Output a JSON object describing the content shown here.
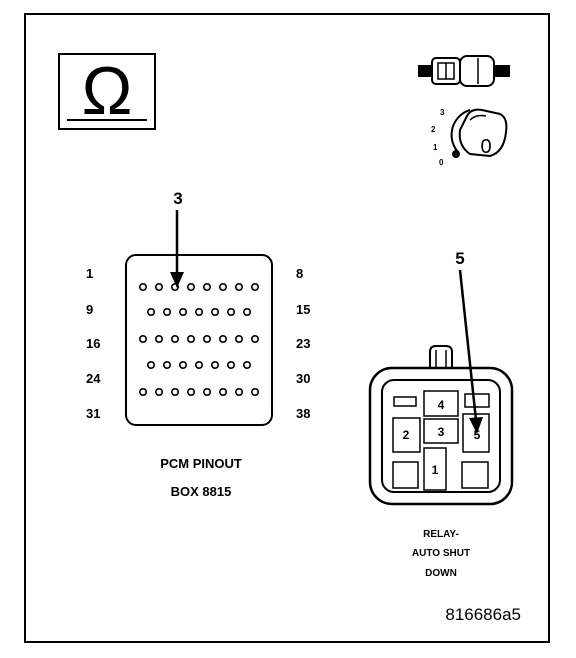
{
  "figure_id": "816686a5",
  "ohmmeter": {
    "symbol": "Ω"
  },
  "ignition_switch": {
    "positions": [
      "3",
      "2",
      "1",
      "0"
    ],
    "key_label": "0"
  },
  "pcm": {
    "callout": "3",
    "row_labels_left": [
      "1",
      "9",
      "16",
      "24",
      "31"
    ],
    "row_labels_right": [
      "8",
      "15",
      "23",
      "30",
      "38"
    ],
    "pins_per_row": [
      8,
      7,
      8,
      7,
      8
    ],
    "caption_line1": "PCM PINOUT",
    "caption_line2": "BOX 8815"
  },
  "relay": {
    "callout": "5",
    "terminals": [
      "4",
      "2",
      "3",
      "5",
      "1"
    ],
    "caption_line1": "RELAY-",
    "caption_line2": "AUTO SHUT",
    "caption_line3": "DOWN"
  }
}
